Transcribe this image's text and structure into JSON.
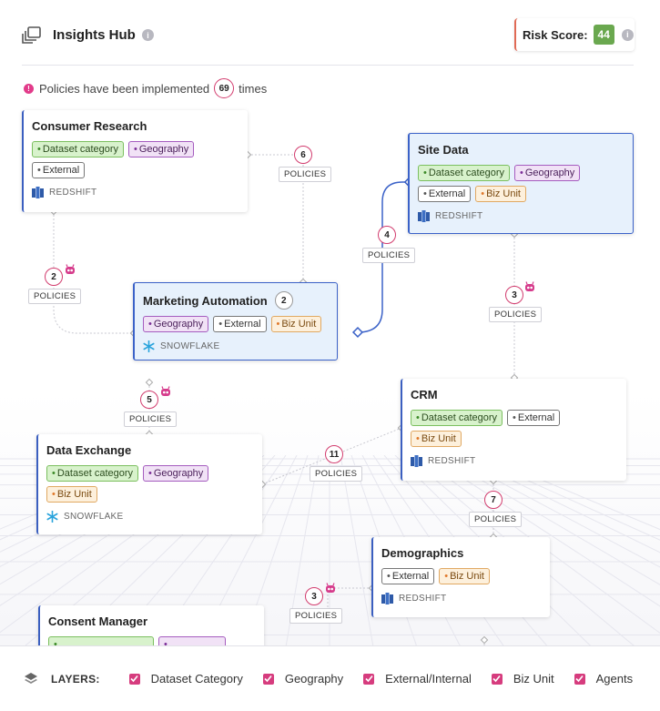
{
  "header": {
    "title": "Insights Hub",
    "risk_label": "Risk Score:",
    "risk_value": "44",
    "risk_color": "#6aa84f"
  },
  "banner": {
    "prefix": "Policies have been implemented",
    "count": "69",
    "suffix": "times"
  },
  "nodes": [
    {
      "title": "Consumer Research",
      "tags": [
        {
          "label": "Dataset category",
          "kind": "cat"
        },
        {
          "label": "Geography",
          "kind": "geo"
        },
        {
          "label": "External",
          "kind": "ext"
        }
      ],
      "source": "REDSHIFT",
      "source_icon": "redshift-icon"
    },
    {
      "title": "Site Data",
      "tags": [
        {
          "label": "Dataset category",
          "kind": "cat"
        },
        {
          "label": "Geography",
          "kind": "geo"
        },
        {
          "label": "External",
          "kind": "ext"
        },
        {
          "label": "Biz Unit",
          "kind": "biz"
        }
      ],
      "source": "REDSHIFT",
      "source_icon": "redshift-icon"
    },
    {
      "title": "Marketing Automation",
      "badge": "2",
      "tags": [
        {
          "label": "Geography",
          "kind": "geo"
        },
        {
          "label": "External",
          "kind": "ext"
        },
        {
          "label": "Biz Unit",
          "kind": "biz"
        }
      ],
      "source": "SNOWFLAKE",
      "source_icon": "snowflake-icon"
    },
    {
      "title": "CRM",
      "tags": [
        {
          "label": "Dataset category",
          "kind": "cat"
        },
        {
          "label": "External",
          "kind": "ext"
        },
        {
          "label": "Biz Unit",
          "kind": "biz"
        }
      ],
      "source": "REDSHIFT",
      "source_icon": "redshift-icon"
    },
    {
      "title": "Data Exchange",
      "tags": [
        {
          "label": "Dataset category",
          "kind": "cat"
        },
        {
          "label": "Geography",
          "kind": "geo"
        },
        {
          "label": "Biz Unit",
          "kind": "biz"
        }
      ],
      "source": "SNOWFLAKE",
      "source_icon": "snowflake-icon"
    },
    {
      "title": "Demographics",
      "tags": [
        {
          "label": "External",
          "kind": "ext"
        },
        {
          "label": "Biz Unit",
          "kind": "biz"
        }
      ],
      "source": "REDSHIFT",
      "source_icon": "redshift-icon"
    },
    {
      "title": "Consent Manager",
      "tags": [],
      "source": "",
      "source_icon": ""
    }
  ],
  "edges": [
    {
      "count": "6",
      "label": "POLICIES",
      "agent": false
    },
    {
      "count": "4",
      "label": "POLICIES",
      "agent": false
    },
    {
      "count": "2",
      "label": "POLICIES",
      "agent": true
    },
    {
      "count": "3",
      "label": "POLICIES",
      "agent": true
    },
    {
      "count": "5",
      "label": "POLICIES",
      "agent": true
    },
    {
      "count": "11",
      "label": "POLICIES",
      "agent": false
    },
    {
      "count": "7",
      "label": "POLICIES",
      "agent": false
    },
    {
      "count": "3",
      "label": "POLICIES",
      "agent": true
    }
  ],
  "legend": {
    "title": "LAYERS:",
    "items": [
      {
        "label": "Dataset Category",
        "checked": true
      },
      {
        "label": "Geography",
        "checked": true
      },
      {
        "label": "External/Internal",
        "checked": true
      },
      {
        "label": "Biz Unit",
        "checked": true
      },
      {
        "label": "Agents",
        "checked": true
      }
    ]
  },
  "colors": {
    "accent": "#d63c7e",
    "selected_border": "#3b62c8"
  }
}
